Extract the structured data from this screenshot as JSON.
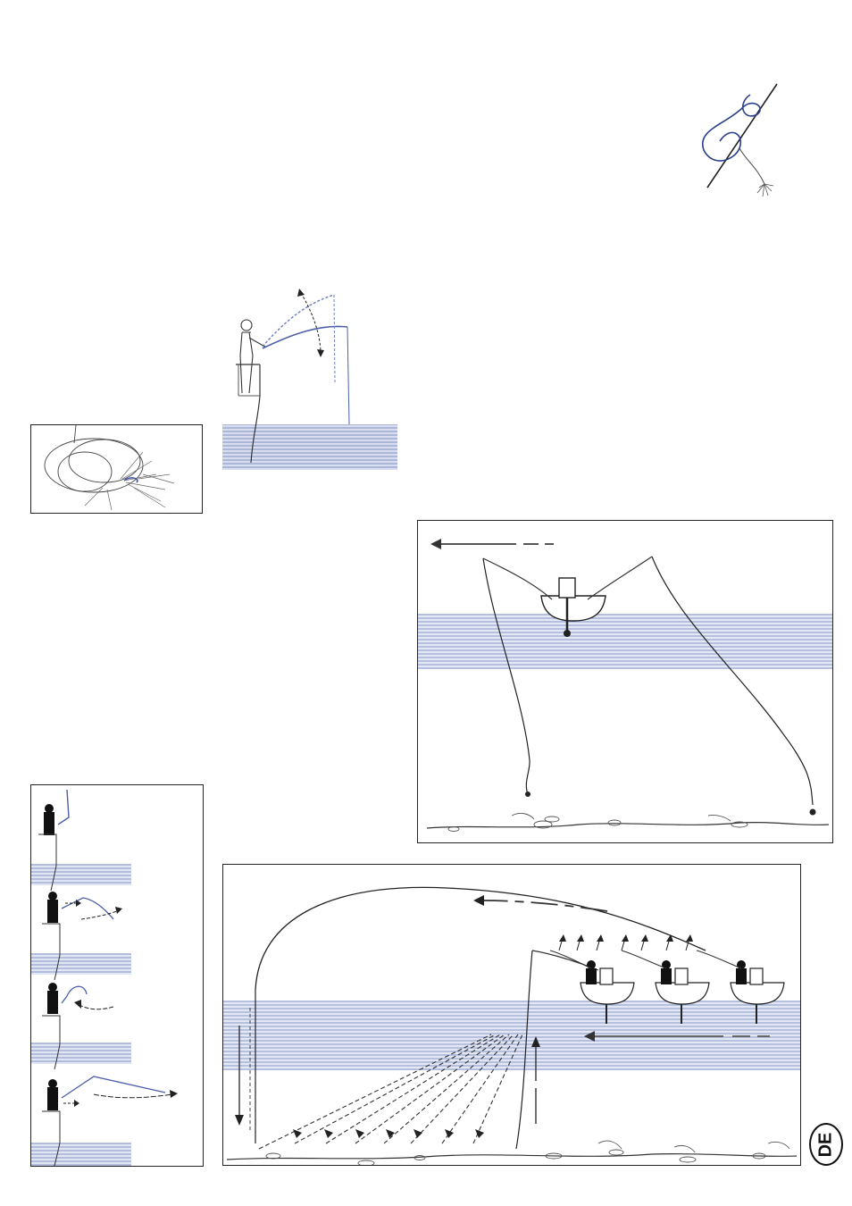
{
  "page": {
    "language_badge": "DE"
  },
  "figures": [
    {
      "name": "knot-loop-figure",
      "icon": "knot-icon"
    },
    {
      "name": "rod-lift-figure",
      "icon": "angler-on-boat-icon"
    },
    {
      "name": "tangled-fly-figure",
      "icon": "tangled-lure-icon"
    },
    {
      "name": "boat-two-rods-figure",
      "icon": "boat-icon"
    },
    {
      "name": "casting-sequence-figure",
      "icon": "casting-steps-icon"
    },
    {
      "name": "drift-pattern-figure",
      "icon": "drift-diagram-icon"
    }
  ],
  "colors": {
    "water": "#8fa0c8",
    "ink": "#222222",
    "accent_line": "#4a5fa8"
  }
}
